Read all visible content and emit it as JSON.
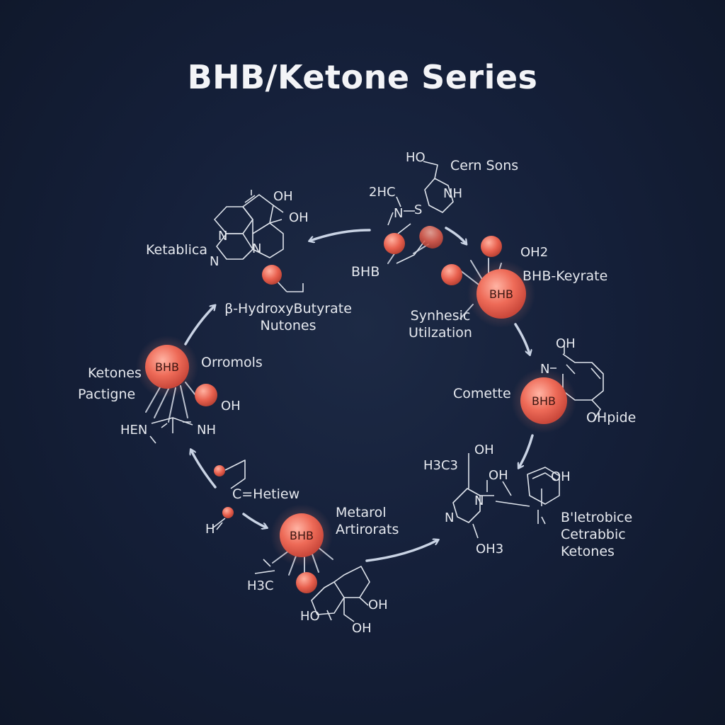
{
  "title": "BHB/Ketone Series",
  "node_label": "BHB",
  "accent_color": "#ee6b58",
  "arrow_color": "#c9d3e4",
  "labels": {
    "ketablica": "Ketablica",
    "hydroxy": "β-HydroxyButyrate\nNutones",
    "bhb_small": "BHB",
    "ho_top": "HO",
    "cern_sons": "Cern Sons",
    "h2c": "2HC",
    "nh_top": "NH",
    "n_top": "N",
    "s_top": "S",
    "oh_a": "OH",
    "oh_b": "OH",
    "n_a": "N",
    "n_b": "N",
    "n_c": "N",
    "oh2": "OH2",
    "bhb_keyrate": "BHB-Keyrate",
    "synhesic": "Synhesic\nUtilzation",
    "ketones": "Ketones",
    "pactigne": "Pactigne",
    "orromols": "Orromols",
    "oh_left": "OH",
    "hen": "HEN",
    "nh_left": "NH",
    "oh_right": "OH",
    "n_right": "N",
    "comette": "Comette",
    "ohpide": "OHpide",
    "h3c3": "H3C3",
    "oh_c": "OH",
    "oh_d": "OH",
    "oh_e": "OH",
    "n_d": "N",
    "n_e": "N",
    "oh3": "OH3",
    "bletrobice": "B'letrobice\nCetrabbic\nKetones",
    "c_hetiew": "C=Hetiew",
    "h_left": "H",
    "metarol": "Metarol\nArtirorats",
    "h3c": "H3C",
    "oh_f": "OH",
    "ho_bottom": "HO",
    "oh_g": "OH"
  }
}
